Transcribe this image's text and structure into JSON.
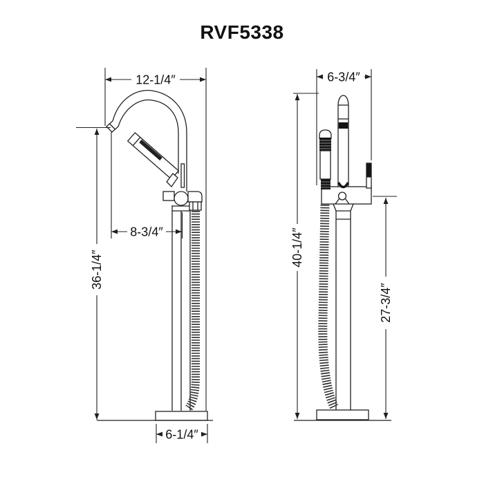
{
  "title": "RVF5338",
  "colors": {
    "line": "#1f1f1f",
    "text": "#111111",
    "background": "#ffffff"
  },
  "front_view": {
    "dims": {
      "overall_width": "12-1/4″",
      "spout_reach": "8-3/4″",
      "spout_height": "36-1/4″",
      "base_width": "6-1/4″"
    }
  },
  "side_view": {
    "dims": {
      "overall_depth": "6-3/4″",
      "overall_height": "40-1/4″",
      "valve_height": "27-3/4″"
    }
  }
}
